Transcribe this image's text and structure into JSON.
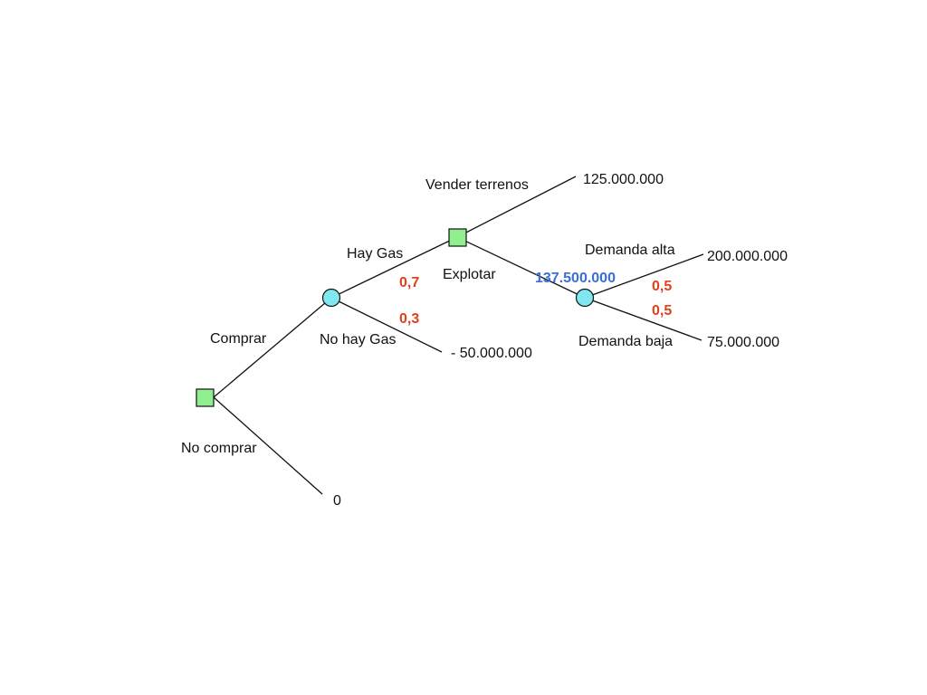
{
  "colors": {
    "decision_node": "#90f090",
    "chance_node": "#7fe8f0",
    "line": "#111111",
    "probability": "#e0401a",
    "expected_value": "#3a6fd8"
  },
  "branches": {
    "comprar": "Comprar",
    "no_comprar": "No comprar",
    "hay_gas": "Hay Gas",
    "no_hay_gas": "No hay Gas",
    "vender_terrenos": "Vender terrenos",
    "explotar": "Explotar",
    "demanda_alta": "Demanda alta",
    "demanda_baja": "Demanda baja"
  },
  "probabilities": {
    "hay_gas": "0,7",
    "no_hay_gas": "0,3",
    "demanda_alta": "0,5",
    "demanda_baja": "0,5"
  },
  "expected_values": {
    "explotar_node": "137.500.000"
  },
  "payoffs": {
    "vender_terrenos": "125.000.000",
    "demanda_alta": "200.000.000",
    "demanda_baja": "75.000.000",
    "no_hay_gas": "- 50.000.000",
    "no_comprar": "0"
  }
}
